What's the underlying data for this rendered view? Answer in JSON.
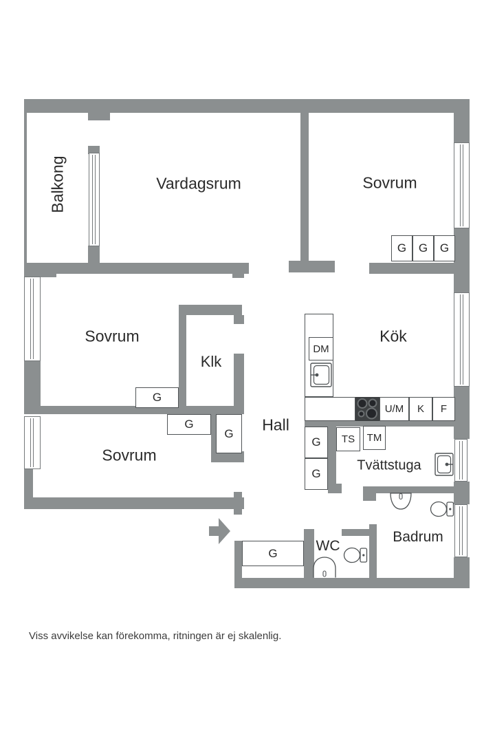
{
  "rooms": {
    "balkong": "Balkong",
    "vardagsrum": "Vardagsrum",
    "sovrum1": "Sovrum",
    "sovrum2": "Sovrum",
    "sovrum3": "Sovrum",
    "klk": "Klk",
    "kok": "Kök",
    "hall": "Hall",
    "tvattstuga": "Tvättstuga",
    "badrum": "Badrum",
    "wc": "WC"
  },
  "appliances": {
    "wardrobe": "G",
    "dishwasher": "DM",
    "oven_microwave": "U/M",
    "fridge": "K",
    "freezer": "F",
    "drying_cabinet": "TS",
    "washing_machine": "TM"
  },
  "footer": {
    "disclaimer": "Viss avvikelse kan förekomma, ritningen är ej skalenlig."
  },
  "colors": {
    "wall": "#8b8f90",
    "stove": "#3d4042",
    "outline": "#4f5355",
    "text": "#2a2a2a"
  }
}
